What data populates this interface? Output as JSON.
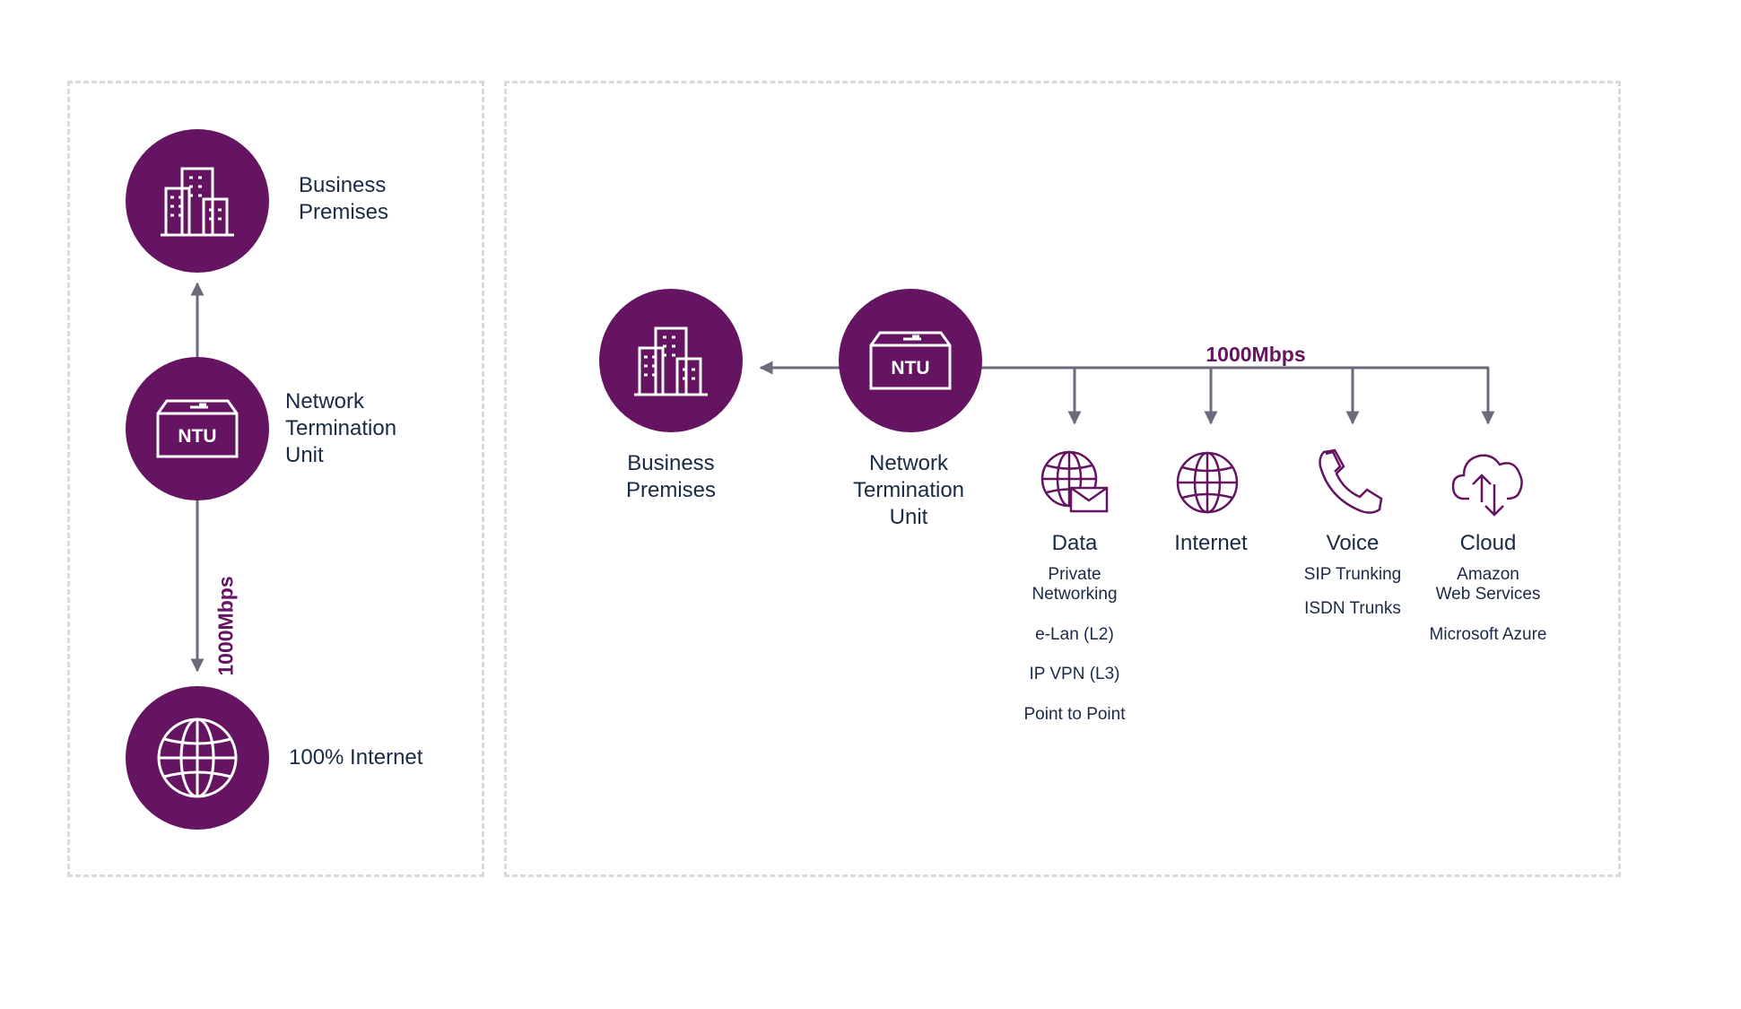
{
  "left_panel": {
    "business_premises": [
      "Business",
      "Premises"
    ],
    "ntu": [
      "Network",
      "Termination",
      "Unit"
    ],
    "ntu_badge": "NTU",
    "internet": "100% Internet",
    "speed": "1000Mbps"
  },
  "right_panel": {
    "business_premises": [
      "Business",
      "Premises"
    ],
    "ntu": [
      "Network",
      "Termination",
      "Unit"
    ],
    "ntu_badge": "NTU",
    "speed": "1000Mbps",
    "services": [
      {
        "title": "Data",
        "icon": "globe-mail-icon",
        "items": [
          [
            "Private",
            "Networking"
          ],
          [
            "e-Lan (L2)"
          ],
          [
            "IP VPN (L3)"
          ],
          [
            "Point to Point"
          ]
        ]
      },
      {
        "title": "Internet",
        "icon": "globe-icon",
        "items": []
      },
      {
        "title": "Voice",
        "icon": "phone-icon",
        "items": [
          [
            "SIP Trunking"
          ],
          [
            "ISDN Trunks"
          ]
        ]
      },
      {
        "title": "Cloud",
        "icon": "cloud-upload-icon",
        "items": [
          [
            "Amazon",
            "Web Services"
          ],
          [
            "Microsoft Azure"
          ]
        ]
      }
    ]
  },
  "colors": {
    "brand": "#651461",
    "line": "#6b6b7b",
    "text": "#1a2a44",
    "border": "#d9d9d9"
  }
}
